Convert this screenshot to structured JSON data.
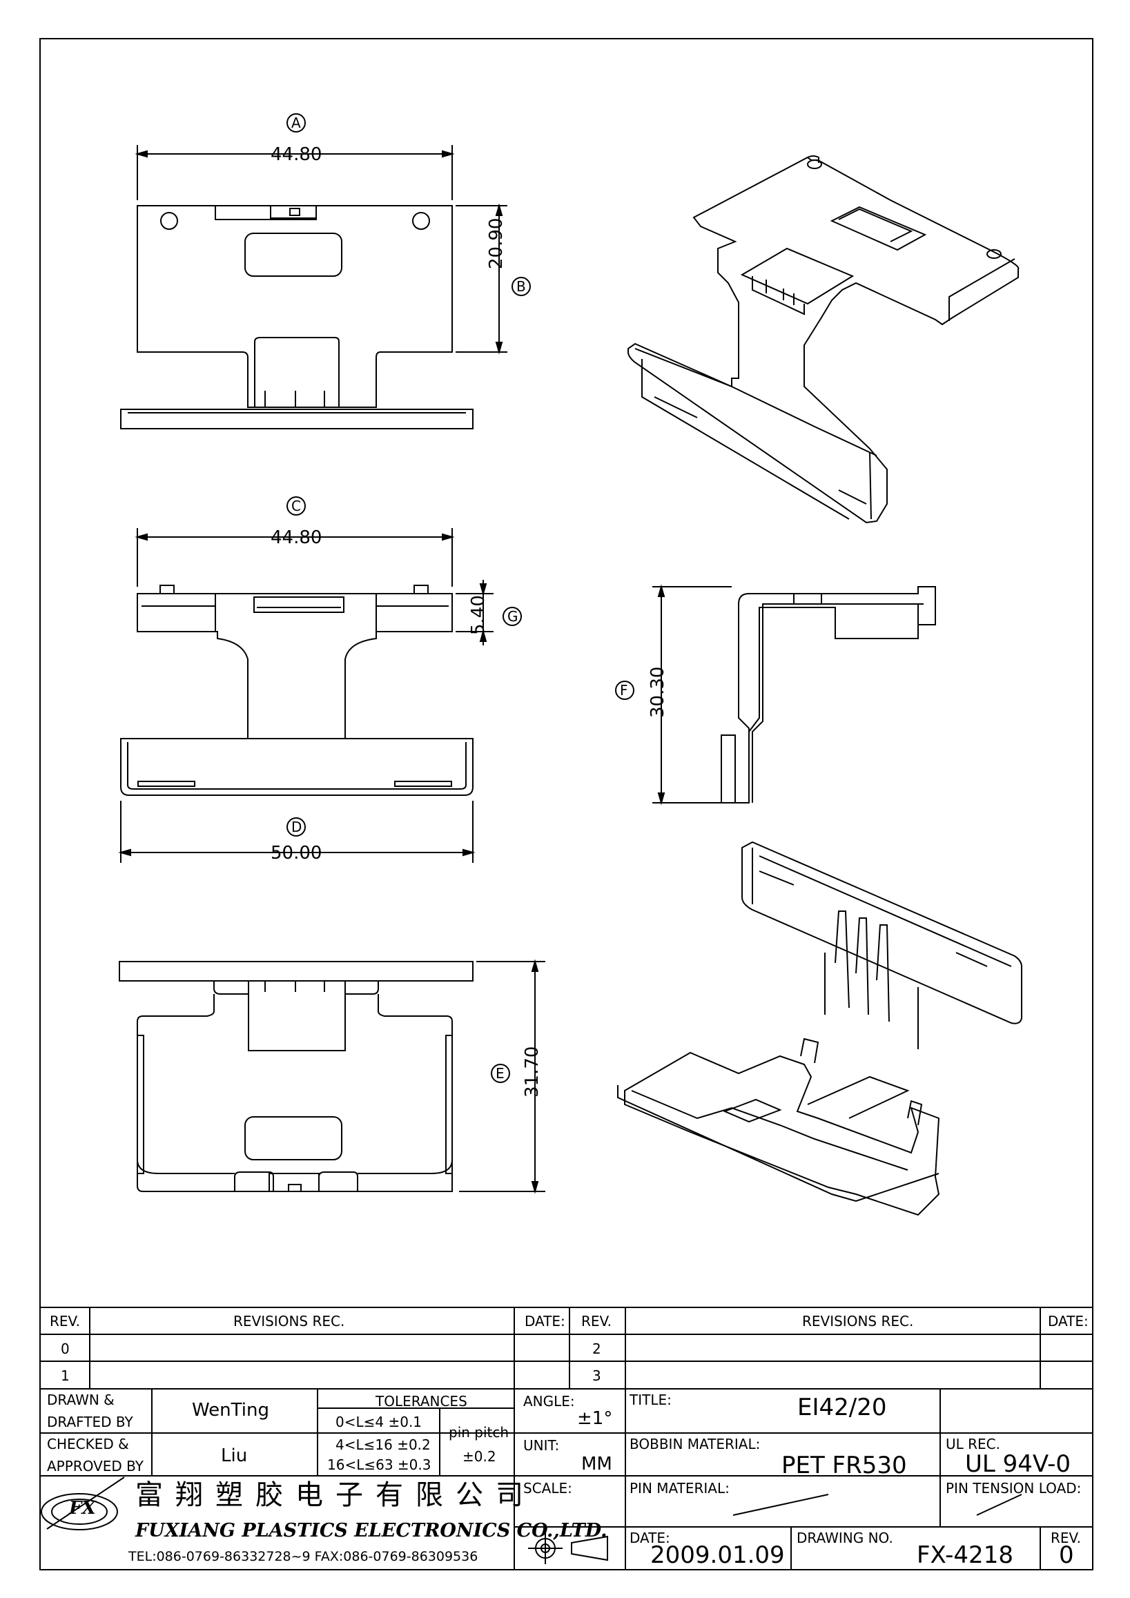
{
  "dimensions": {
    "top_width": "44.80",
    "top_height": "20.90",
    "front_width": "44.80",
    "front_height": "5.40",
    "front_base_width": "50.00",
    "side_height": "30.30",
    "bottom_height": "31.70"
  },
  "callouts": {
    "a": "A",
    "b": "B",
    "c": "C",
    "d": "D",
    "e": "E",
    "f": "F",
    "g": "G"
  },
  "revisions": {
    "rev_header": "REV.",
    "revisions_header": "REVISIONS   REC.",
    "date_header": "DATE:",
    "rows_left": [
      "0",
      "1"
    ],
    "rows_right": [
      "2",
      "3"
    ]
  },
  "title_block": {
    "drawn_label_1": "DRAWN &",
    "drawn_label_2": "DRAFTED BY",
    "drawn_by": "WenTing",
    "checked_label_1": "CHECKED &",
    "checked_label_2": "APPROVED BY",
    "checked_by": "Liu",
    "tolerances_label": "TOLERANCES",
    "tol_1": "0<L≤4    ±0.1",
    "tol_2": "4<L≤16  ±0.2",
    "tol_3": "16<L≤63  ±0.3",
    "pin_pitch_label": "pin  pitch",
    "pin_pitch_value": "±0.2",
    "angle_label": "ANGLE:",
    "angle_value": "±1°",
    "unit_label": "UNIT:",
    "unit_value": "MM",
    "scale_label": "SCALE:",
    "title_label": "TITLE:",
    "title_value": "EI42/20",
    "bobbin_label": "BOBBIN  MATERIAL:",
    "bobbin_value": "PET  FR530",
    "ul_label": "UL  REC.",
    "ul_value": "UL  94V-0",
    "pin_material_label": "PIN  MATERIAL:",
    "pin_tension_label": "PIN  TENSION  LOAD:",
    "date_label": "DATE:",
    "date_value": "2009.01.09",
    "drawing_no_label": "DRAWING  NO.",
    "drawing_no_value": "FX-4218",
    "rev_label": "REV.",
    "rev_value": "0"
  },
  "company": {
    "name_cn": "富翔塑胶电子有限公司",
    "name_en": "FUXIANG  PLASTICS  ELECTRONICS  CO.,LTD.",
    "contact": "TEL:086-0769-86332728~9   FAX:086-0769-86309536",
    "logo_text": "FX"
  }
}
